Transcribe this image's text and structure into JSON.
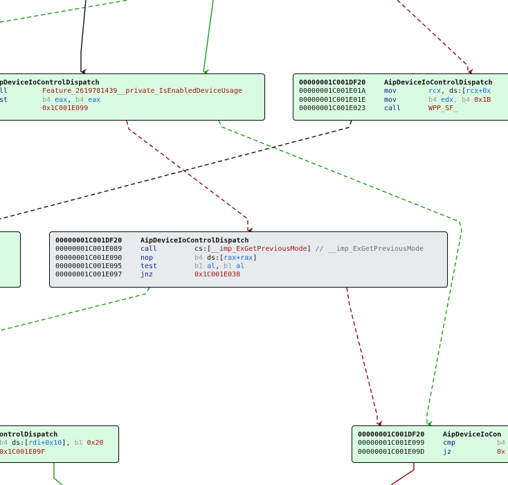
{
  "blocks": {
    "b1": {
      "header": "pDeviceIoControlDispatch",
      "lines": [
        {
          "mn": "ll",
          "op1": "Feature_2619781439__private_IsEnabledDeviceUsage"
        },
        {
          "mn": "st",
          "sz1": "b4 ",
          "reg1": "eax",
          "sep": ", ",
          "sz2": "b4 ",
          "reg2": "eax"
        },
        {
          "mn": "",
          "imm": "0x1C001E099"
        }
      ]
    },
    "b2": {
      "header_addr": "00000001C001DF20",
      "header_name": "AipDeviceIoControlDispatch",
      "lines": [
        {
          "addr": "00000001C001E01A",
          "mn": "mov",
          "reg1": "rcx",
          "mid": ", ds:[",
          "reg2": "rcx+0x"
        },
        {
          "addr": "00000001C001E01E",
          "mn": "mov",
          "sz1": "b4 ",
          "reg1": "edx",
          "mid": ", b4 ",
          "imm": "0x1B"
        },
        {
          "addr": "00000001C001E023",
          "mn": "call",
          "sym": "WPP_SF_"
        }
      ]
    },
    "b4": {
      "header_addr": "00000001C001DF20",
      "header_name": "AipDeviceIoControlDispatch",
      "lines": [
        {
          "addr": "00000001C001E089",
          "mn": "call",
          "pre": "cs:[",
          "sym": "__imp_ExGetPreviousMode",
          "post": "]",
          "cmt": " // __imp_ExGetPreviousMode"
        },
        {
          "addr": "00000001C001E090",
          "mn": "nop",
          "sz1": "b4 ",
          "pre": "ds:[",
          "reg1": "rax+rax",
          "post": "]"
        },
        {
          "addr": "00000001C001E095",
          "mn": "test",
          "sz1": "b1 ",
          "reg1": "al",
          "sep": ", ",
          "sz2": "b1 ",
          "reg2": "al"
        },
        {
          "addr": "00000001C001E097",
          "mn": "jnz",
          "imm": "0x1C001E038"
        }
      ]
    },
    "b5": {
      "header": "ontrolDispatch",
      "lines": [
        {
          "sz1": "b4 ",
          "pre": "ds:[",
          "reg1": "rdi+0x10",
          "post": "], ",
          "sz2": "b1 ",
          "imm": "0x20"
        },
        {
          "imm": "0x1C001E09F"
        }
      ]
    },
    "b6": {
      "header_addr": "00000001C001DF20",
      "header_name": "AipDeviceIoCon",
      "lines": [
        {
          "addr": "00000001C001E099",
          "mn": "cmp",
          "sz1": "b4"
        },
        {
          "addr": "00000001C001E09D",
          "mn": "jz",
          "imm": "0x"
        }
      ]
    }
  },
  "colors": {
    "block_green": "#d9fbe1",
    "block_gray": "#e8ebee",
    "edge_true": "#1a9e1a",
    "edge_false": "#8b0a0a",
    "edge_uncond": "#111111"
  }
}
